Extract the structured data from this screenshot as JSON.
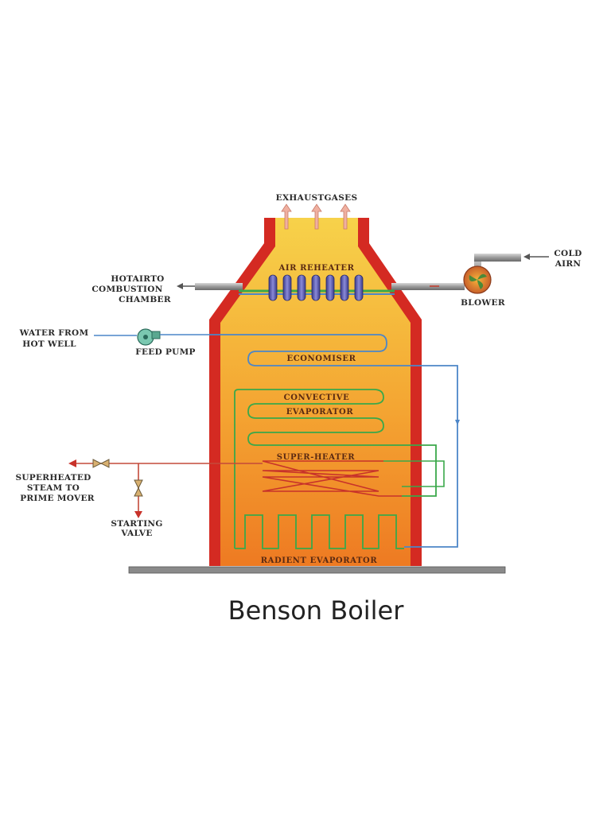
{
  "title": "Benson Boiler",
  "labels": {
    "exhaust": "EXHAUSTGASES",
    "cold_air": [
      "COLD",
      "AIRN"
    ],
    "air_reheater": "AIR REHEATER",
    "hot_air_to_chamber": [
      "HOTAIRTO",
      "COMBUSTION",
      "CHAMBER"
    ],
    "blower": "BLOWER",
    "water_from_hot_well": [
      "WATER FROM",
      "HOT WELL"
    ],
    "feed_pump": "FEED PUMP",
    "economiser": "ECONOMISER",
    "convective_evaporator": [
      "CONVECTIVE",
      "EVAPORATOR"
    ],
    "super_heater": "SUPER-HEATER",
    "superheated_steam": [
      "SUPERHEATED",
      "STEAM  TO",
      "PRIME MOVER"
    ],
    "starting_valve": [
      "STARTING",
      "VALVE"
    ],
    "radiant_evaporator": "RADIENT EVAPORATOR"
  },
  "colors": {
    "furnace_wall": "#d42a22",
    "furnace_fill_top": "#f5c23a",
    "furnace_fill_bottom": "#f07a22",
    "economiser_tube": "#4c86c8",
    "evaporator_tube": "#3aa84a",
    "superheater_tube": "#c8322a",
    "ground": "#8a8a8a",
    "steam_line": "#c44a3a"
  }
}
